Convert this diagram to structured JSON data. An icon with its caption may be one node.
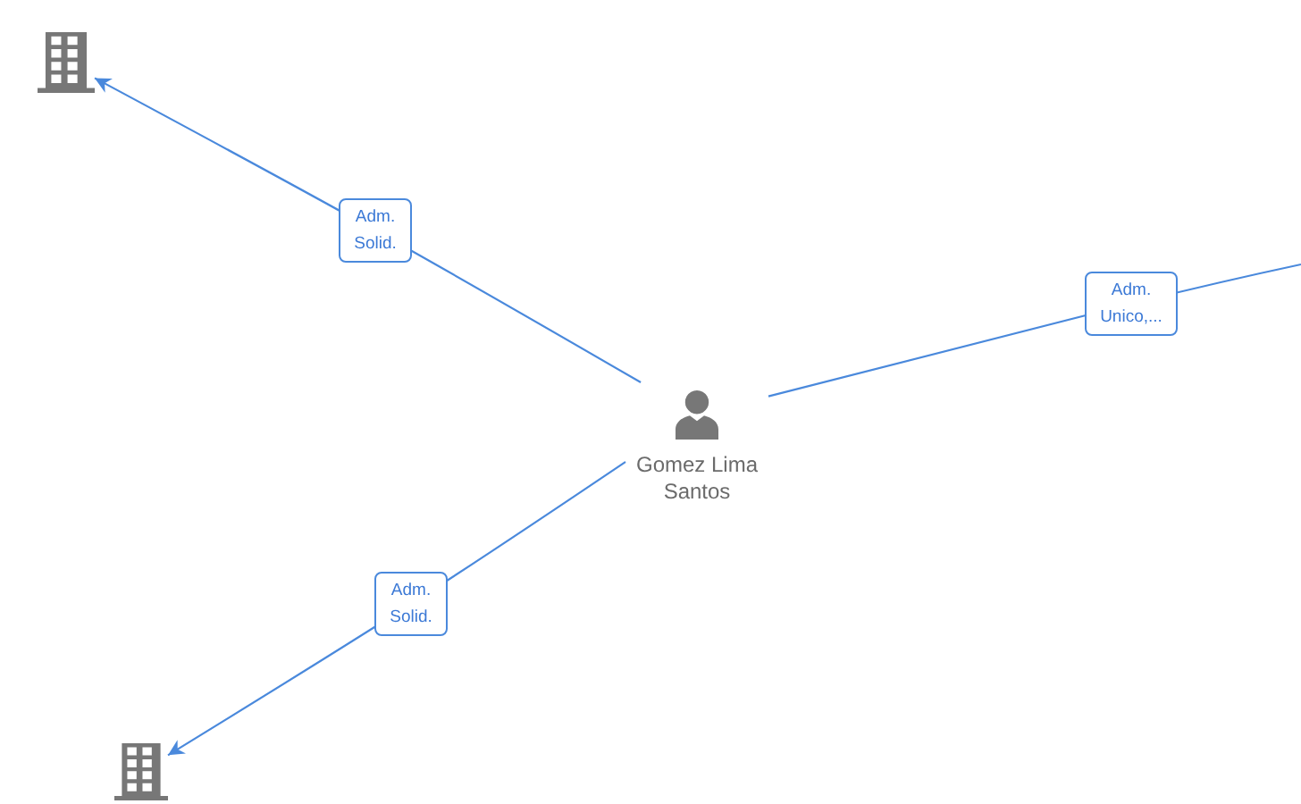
{
  "diagram": {
    "nodes": [
      {
        "text": [],
        "shape": "building"
      },
      {
        "text": [
          "Gomez Lima Santos"
        ]
      },
      {
        "text": [],
        "shape": "building"
      }
    ],
    "edges": [
      {
        "from": 1,
        "to": 0,
        "arrow": "to",
        "label": "Adm. Solid."
      },
      {
        "from": 1,
        "to": null,
        "arrow": "none",
        "label": "Adm. Unico,..."
      },
      {
        "from": 1,
        "to": 2,
        "arrow": "to",
        "label": "Adm. Solid."
      }
    ]
  }
}
